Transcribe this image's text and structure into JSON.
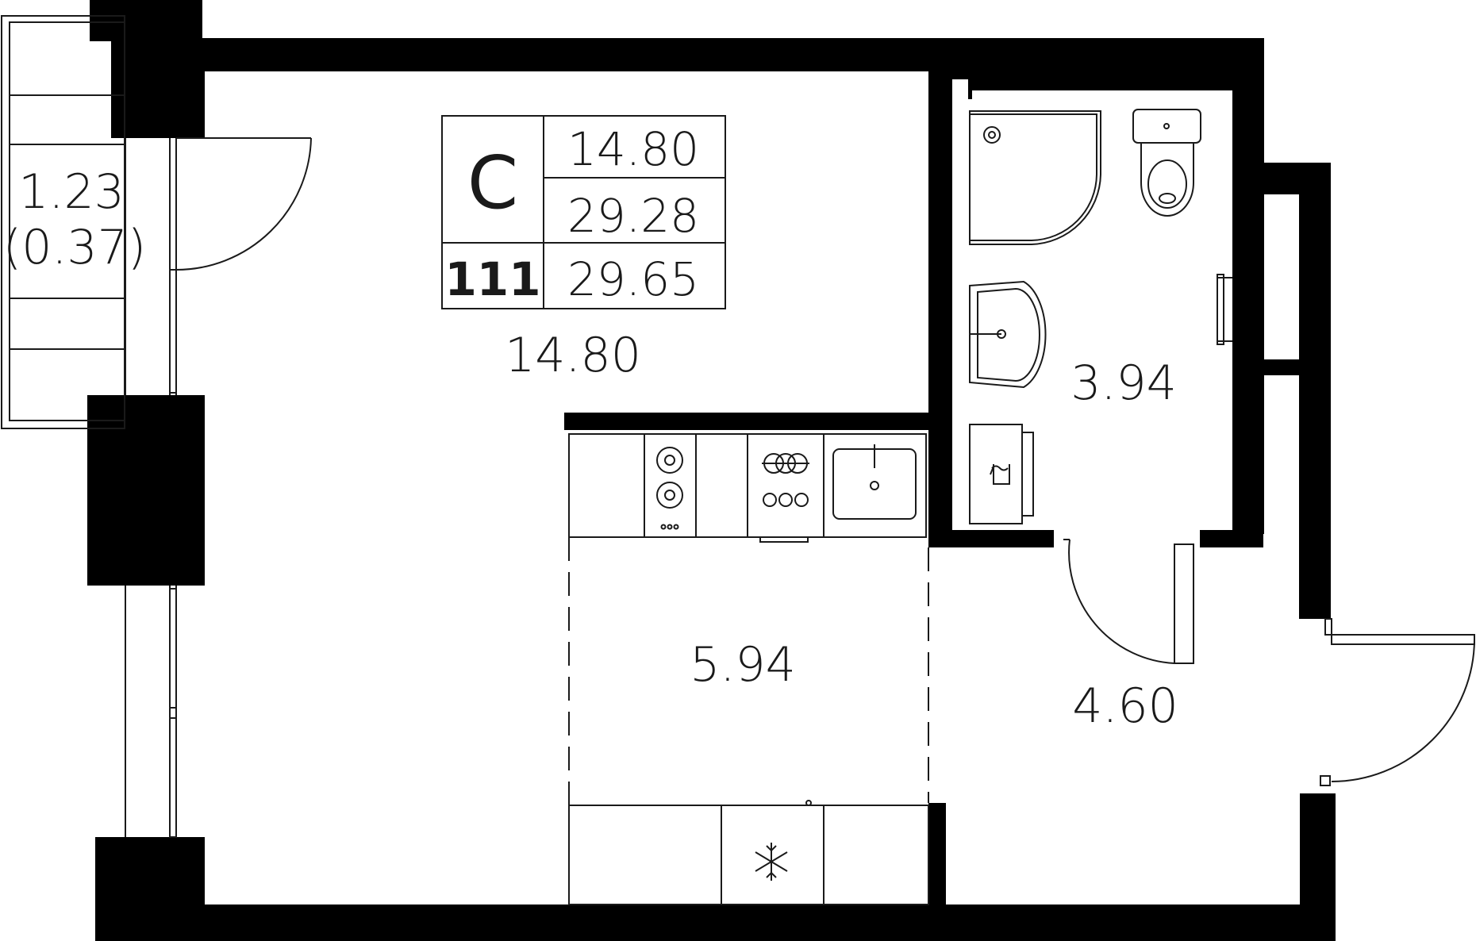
{
  "plan": {
    "type_letter": "С",
    "info_box": {
      "living_area": "14.80",
      "total_area": "29.28",
      "apartment_number": "111",
      "total_with_balcony": "29.65"
    },
    "rooms": {
      "main_room": "14.80",
      "kitchen": "5.94",
      "bathroom": "3.94",
      "hallway": "4.60",
      "balcony": "1.23",
      "balcony_reduced": "(0.37)"
    },
    "icons": [
      "shower-icon",
      "toilet-icon",
      "sink-icon",
      "washing-machine-icon",
      "stove-icon",
      "oven-icon",
      "kitchen-sink-icon",
      "fridge-snowflake-icon"
    ],
    "colors": {
      "wall": "#000000",
      "line": "#1a1a1a",
      "background": "#ffffff"
    }
  }
}
